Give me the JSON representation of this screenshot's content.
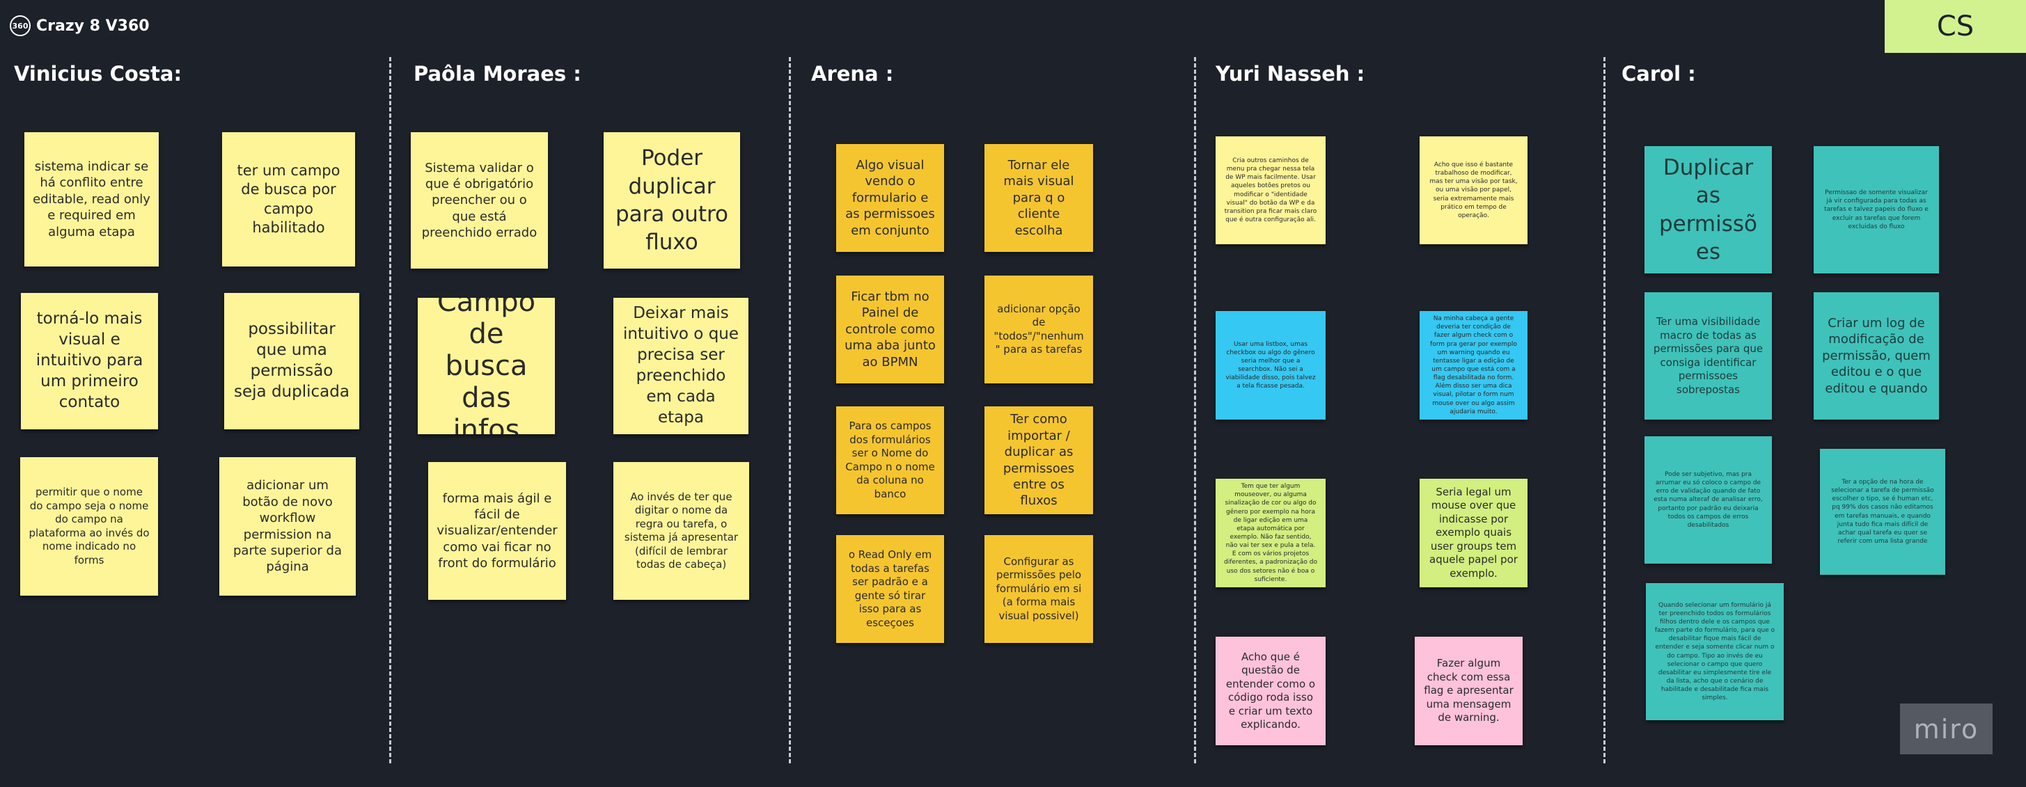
{
  "board": {
    "title": "Crazy 8 V360",
    "logo_text": "360",
    "cs_note": "CS",
    "watermark": "miro"
  },
  "columns": [
    {
      "title": "Vinicius Costa:",
      "notes": [
        {
          "text": "sistema indicar se há conflito entre editable, read only e required em alguma etapa",
          "color": "#fef599"
        },
        {
          "text": "ter um campo de busca por campo habilitado",
          "color": "#fef599"
        },
        {
          "text": "torná-lo mais visual e intuitivo para um primeiro contato",
          "color": "#fef599"
        },
        {
          "text": "possibilitar que uma permissão seja duplicada",
          "color": "#fef599"
        },
        {
          "text": "permitir que o nome do campo seja o nome do campo na plataforma ao invés do nome indicado no forms",
          "color": "#fef599"
        },
        {
          "text": "adicionar um botão de novo workflow permission na parte superior da página",
          "color": "#fef599"
        }
      ]
    },
    {
      "title": "Paôla Moraes :",
      "notes": [
        {
          "text": "Sistema validar o que é obrigatório preencher ou o que está preenchido errado",
          "color": "#fef599"
        },
        {
          "text": "Poder duplicar para outro fluxo",
          "color": "#fef599"
        },
        {
          "text": "Campo de busca das infos",
          "color": "#fef599"
        },
        {
          "text": "Deixar mais intuitivo o que precisa ser preenchido em cada etapa",
          "color": "#fef599"
        },
        {
          "text": "forma mais ágil e fácil de visualizar/entender como vai ficar no front do formulário",
          "color": "#fef599"
        },
        {
          "text": "Ao invés de ter que digitar o nome da regra ou tarefa, o sistema já apresentar (difícil de lembrar todas de cabeça)",
          "color": "#fef599"
        }
      ]
    },
    {
      "title": "Arena :",
      "notes": [
        {
          "text": "Algo visual vendo o formulario e as permissoes em conjunto",
          "color": "#f5c530"
        },
        {
          "text": "Tornar ele mais visual para q o cliente escolha",
          "color": "#f5c530"
        },
        {
          "text": "Ficar tbm no Painel de controle como uma aba junto ao BPMN",
          "color": "#f5c530"
        },
        {
          "text": "adicionar opção de \"todos\"/\"nenhum\" para as tarefas",
          "color": "#f5c530"
        },
        {
          "text": "Para os campos dos formulários ser o Nome do Campo n o nome da coluna no banco",
          "color": "#f5c530"
        },
        {
          "text": "Ter como importar / duplicar as permissoes entre os fluxos",
          "color": "#f5c530"
        },
        {
          "text": "o Read Only em todas a tarefas ser padrão e a gente só tirar isso para as esceçoes",
          "color": "#f5c530"
        },
        {
          "text": "Configurar as permissões pelo formulário em si (a forma mais visual possivel)",
          "color": "#f5c530"
        }
      ]
    },
    {
      "title": "Yuri Nasseh :",
      "notes": [
        {
          "text": "Cria outros caminhos de menu pra chegar nessa tela de WP mais facilmente. Usar aqueles botões pretos ou modificar o \"identidade visual\" do botão da WP e da transition pra ficar mais claro que é outra configuração ali.",
          "color": "#fef599"
        },
        {
          "text": "Acho que isso é bastante trabalhoso de modificar, mas ter uma visão por task, ou uma visão por papel, seria extremamente mais prático em tempo de operação.",
          "color": "#fef599"
        },
        {
          "text": "Usar uma listbox, umas checkbox ou algo do gênero seria melhor que a searchbox. Não sei a viabilidade disso, pois talvez a tela ficasse pesada.",
          "color": "#35c8f2"
        },
        {
          "text": "Na minha cabeça a gente deveria ter condição de fazer algum check com o form pra gerar por exemplo um warning quando eu tentasse ligar a edição de um campo que está com a flag desabilitada no form. Além disso ser uma dica visual, pilotar o form num mouse over ou algo assim ajudaria muito.",
          "color": "#35c8f2"
        },
        {
          "text": "Tem que ter algum mouseover, ou alguma sinalização de cor ou algo do gênero por exemplo na hora de ligar edição em uma etapa automática por exemplo. Não faz sentido, não vai ter sex e pula a tela. E com os vários projetos diferentes, a padronização do uso dos setores não é boa o suficiente.",
          "color": "#d2ef80"
        },
        {
          "text": "Seria legal um mouse over que indicasse por exemplo quais user groups tem aquele papel por exemplo.",
          "color": "#d2ef80"
        },
        {
          "text": "Acho que é questão de entender como o código roda isso e criar um texto explicando.",
          "color": "#fec2da"
        },
        {
          "text": "Fazer algum check com essa flag e apresentar uma mensagem de warning.",
          "color": "#fec2da"
        }
      ]
    },
    {
      "title": "Carol :",
      "notes": [
        {
          "text": "Duplicar as permissões",
          "color": "#3fc2ba"
        },
        {
          "text": "Permissao de somente visualizar já vir configurada para todas as tarefas e talvez papeis do fluxo e excluir as tarefas que forem excluidas do fluxo",
          "color": "#3fc2ba"
        },
        {
          "text": "Ter uma visibilidade macro de todas as permissões para que consiga identificar permissoes sobrepostas",
          "color": "#3fc2ba"
        },
        {
          "text": "Criar um log de modificação de permissão, quem editou e o que editou e quando",
          "color": "#3fc2ba"
        },
        {
          "text": "Pode ser subjetivo, mas pra arrumar eu só coloco o campo de erro de validação quando de fato esta numa alteraf de analisar erro, portanto por padrão eu deixaria todos os campos de erros desabilitados",
          "color": "#3fc2ba"
        },
        {
          "text": "Ter a opção de na hora de selecionar a tarefa de permissão escolher o tipo, se é human etc, pq 99% dos casos não editamos em tarefas manuais, e quando junta tudo fica mais difícil de achar qual tarefa eu quer se referir com uma lista grande",
          "color": "#3fc2ba"
        },
        {
          "text": "Quando selecionar um formulário já ter preenchido todos os formulários filhos dentro dele e os campos que fazem parte do formulário, para que o desabilitar fique mais fácil de entender e seja somente clicar num o do campo. Tipo ao invés de eu selecionar o campo que quero desabilitar eu simplesmente tire ele da lista, acho que o cenário de habilitade e desabilitade fica mais simples.",
          "color": "#3fc2ba"
        }
      ]
    }
  ]
}
